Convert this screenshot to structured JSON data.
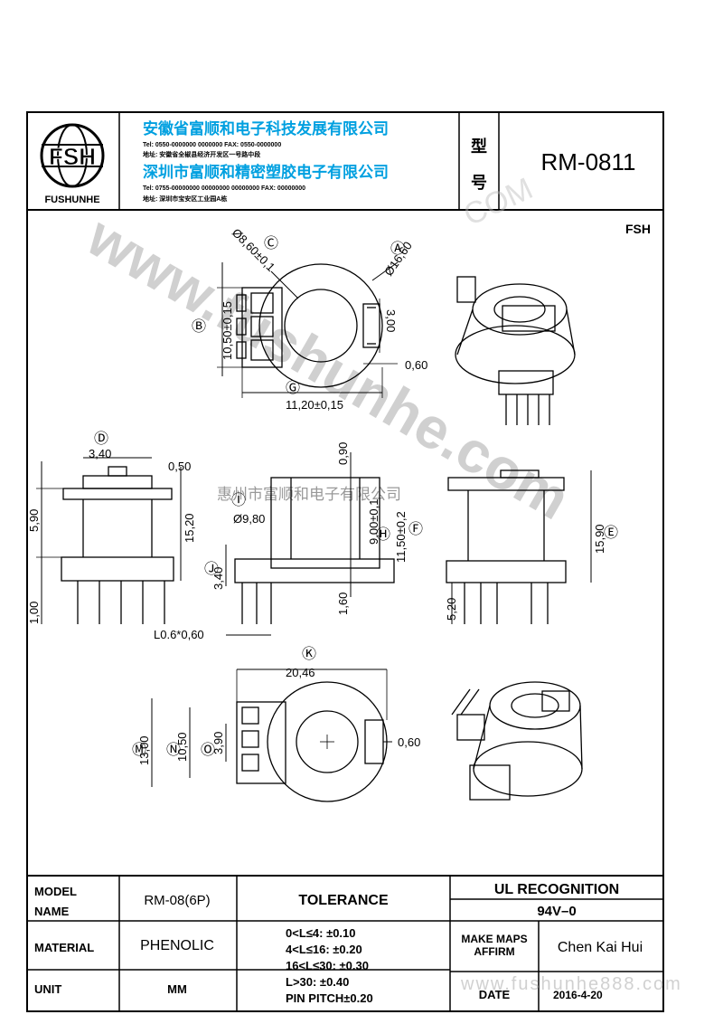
{
  "header": {
    "logo_text": "FSH",
    "logo_caption": "FUSHUNHE",
    "company1": "安徽省富顺和电子科技发展有限公司",
    "company1_tel": "Tel: 0550-0000000 0000000    FAX: 0550-0000000",
    "company1_addr": "地址: 安徽省全椒县经济开发区一号路中段",
    "company2": "深圳市富顺和精密塑胶电子有限公司",
    "company2_tel": "Tel: 0755-00000000 00000000 00000000    FAX: 00000000",
    "company2_addr": "地址: 深圳市宝安区工业园A栋",
    "type_label_1": "型",
    "type_label_2": "号",
    "model_number": "RM-0811"
  },
  "drawing": {
    "fsh_mark": "FSH",
    "watermark_url": "www.fushunhe.com",
    "watermark_cn": "惠州市富顺和电子有限公司",
    "watermark_com": "COM",
    "labels": {
      "A": "Ⓐ",
      "B": "Ⓑ",
      "C": "Ⓒ",
      "D": "Ⓓ",
      "E": "Ⓔ",
      "F": "Ⓕ",
      "G": "Ⓖ",
      "H": "Ⓗ",
      "I": "Ⓘ",
      "J": "Ⓙ",
      "K": "Ⓚ",
      "M": "Ⓜ",
      "N": "Ⓝ",
      "O": "Ⓞ"
    },
    "dims": {
      "d_8_60": "Ø8,60±0,1",
      "d_16_60": "Ø16,60",
      "h_10_50": "10,50±0,15",
      "w_3_00": "3,00",
      "w_0_60_top": "0,60",
      "w_11_20": "11,20±0,15",
      "w_3_40": "3,40",
      "w_0_50": "0,50",
      "h_5_90": "5,90",
      "h_15_20": "15,20",
      "h_1_00": "1,00",
      "h_0_90": "0,90",
      "d_9_80": "Ø9,80",
      "h_9_00": "9,00±0,1",
      "h_11_50": "11,50±0,2",
      "h_3_40": "3,40",
      "h_1_60": "1,60",
      "pin": "L0.6*0,60",
      "h_15_90": "15,90",
      "h_5_20": "5,20",
      "w_20_46": "20,46",
      "h_13_00": "13,00",
      "h_10_50_b": "10,50",
      "h_3_90": "3,90",
      "w_0_60_bot": "0,60"
    }
  },
  "footer": {
    "model_label": "MODEL",
    "name_label": "NAME",
    "model_value": "RM-08(6P)",
    "tolerance_label": "TOLERANCE",
    "ul_label": "UL   RECOGNITION",
    "ul_value": "94V–0",
    "material_label": "MATERIAL",
    "material_value": "PHENOLIC",
    "tol_line1": "0<L≤4:   ±0.10",
    "tol_line2": "4<L≤16:  ±0.20",
    "tol_line3": "16<L≤30: ±0.30",
    "tol_line4": "L>30:    ±0.40",
    "tol_line5": "PIN PITCH±0.20",
    "make_label_1": "MAKE MAPS",
    "make_label_2": "AFFIRM",
    "make_value": "Chen Kai Hui",
    "unit_label": "UNIT",
    "unit_value": "MM",
    "date_label": "DATE",
    "date_value": "2016-4-20",
    "bottom_watermark": "www.fushunhe888.com"
  }
}
